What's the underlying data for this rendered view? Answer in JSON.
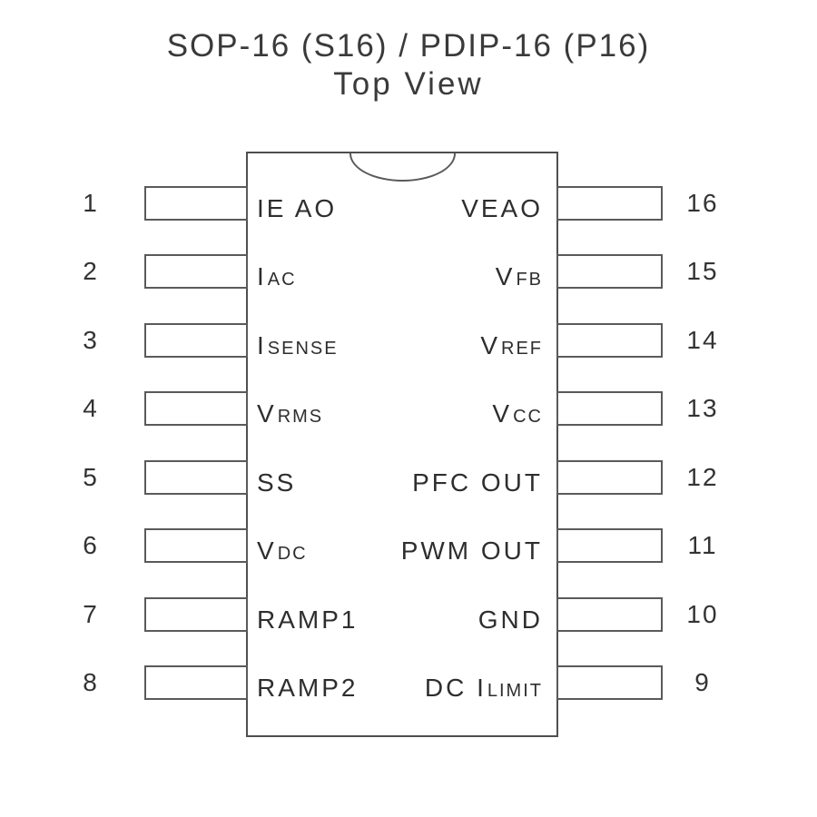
{
  "title": {
    "line1": "SOP-16 (S16) / PDIP-16 (P16)",
    "line2": "Top View"
  },
  "package": {
    "type": "16-pin dual in-line, top view",
    "notch": "pin-1 orientation notch, top center",
    "left_pins": [
      {
        "num": "1",
        "segments": [
          {
            "text": "IE AO",
            "small": false
          }
        ]
      },
      {
        "num": "2",
        "segments": [
          {
            "text": "I",
            "small": false
          },
          {
            "text": "AC",
            "small": true
          }
        ]
      },
      {
        "num": "3",
        "segments": [
          {
            "text": "I",
            "small": false
          },
          {
            "text": "SENSE",
            "small": true
          }
        ]
      },
      {
        "num": "4",
        "segments": [
          {
            "text": "V",
            "small": false
          },
          {
            "text": "RMS",
            "small": true
          }
        ]
      },
      {
        "num": "5",
        "segments": [
          {
            "text": "SS",
            "small": false
          }
        ]
      },
      {
        "num": "6",
        "segments": [
          {
            "text": "V",
            "small": false
          },
          {
            "text": "DC",
            "small": true
          }
        ]
      },
      {
        "num": "7",
        "segments": [
          {
            "text": "RAMP1",
            "small": false
          }
        ]
      },
      {
        "num": "8",
        "segments": [
          {
            "text": "RAMP2",
            "small": false
          }
        ]
      }
    ],
    "right_pins": [
      {
        "num": "16",
        "segments": [
          {
            "text": "VEAO",
            "small": false
          }
        ]
      },
      {
        "num": "15",
        "segments": [
          {
            "text": "V",
            "small": false
          },
          {
            "text": "FB",
            "small": true
          }
        ]
      },
      {
        "num": "14",
        "segments": [
          {
            "text": "V",
            "small": false
          },
          {
            "text": "REF",
            "small": true
          }
        ]
      },
      {
        "num": "13",
        "segments": [
          {
            "text": "V",
            "small": false
          },
          {
            "text": "CC",
            "small": true
          }
        ]
      },
      {
        "num": "12",
        "segments": [
          {
            "text": "PFC OUT",
            "small": false
          }
        ]
      },
      {
        "num": "11",
        "segments": [
          {
            "text": "PWM OUT",
            "small": false
          }
        ]
      },
      {
        "num": "10",
        "segments": [
          {
            "text": "GND",
            "small": false
          }
        ]
      },
      {
        "num": "9",
        "segments": [
          {
            "text": "DC I",
            "small": false
          },
          {
            "text": "LIMIT",
            "small": true
          }
        ]
      }
    ]
  },
  "colors": {
    "background": "#ffffff",
    "line": "#4f4f4f",
    "text": "#2f2f2f"
  }
}
